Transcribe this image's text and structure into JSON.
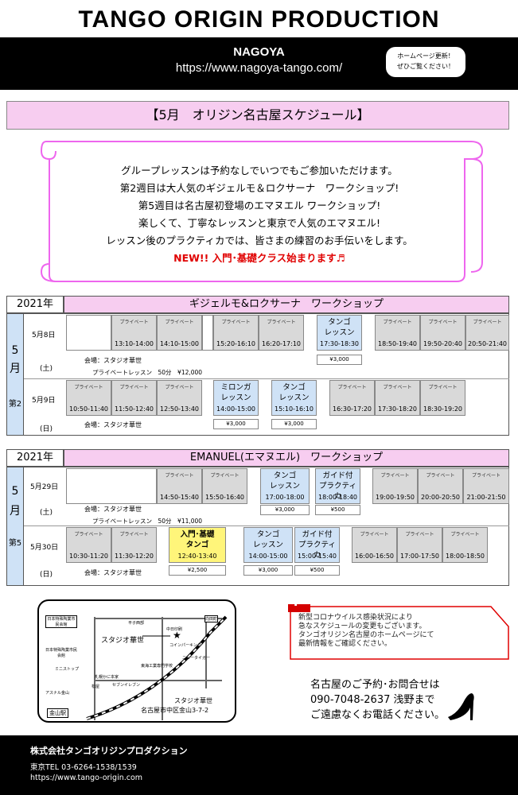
{
  "header": {
    "title": "TANGO ORIGIN PRODUCTION",
    "city": "NAGOYA",
    "url": "https://www.nagoya-tango.com/",
    "bubble_line1": "ホームページ更新！",
    "bubble_line2": "ぜひご覧ください！"
  },
  "month_title": "【5月　オリジン名古屋スケジュール】",
  "intro": {
    "lines": [
      "グループレッスンは予約なしでいつでもご参加いただけます。",
      "第2週目は大人気のギジェルモ＆ロクサーナ　ワークショップ!",
      "第5週目は名古屋初登場のエマヌエル ワークショップ!",
      "楽しくて、丁寧なレッスンと東京で人気のエマヌエル!",
      "レッスン後のプラクティカでは、皆さまの練習のお手伝いをします。"
    ],
    "highlight": "NEW!! 入門･基礎クラス始まります♬"
  },
  "schedule1": {
    "year": "2021年",
    "title": "ギジェルモ&ロクサーナ　ワークショップ",
    "month_label": "5",
    "month_suffix": "月",
    "week": "第2",
    "day1": {
      "date": "5月8日",
      "dow": "(土)",
      "venue": "会場：スタジオ華世",
      "fee": "プライベートレッスン　50分　¥12,000"
    },
    "day2": {
      "date": "5月9日",
      "dow": "(日)",
      "venue": "会場：スタジオ華世"
    },
    "private_label": "プライベート",
    "row1_times": [
      "13:10-14:00",
      "14:10-15:00",
      "15:20-16:10",
      "16:20-17:10",
      "18:50-19:40",
      "19:50-20:40",
      "20:50-21:40"
    ],
    "row1_class": {
      "line1": "タンゴ",
      "line2": "レッスン",
      "time": "17:30-18:30",
      "price": "¥3,000"
    },
    "row2_times": [
      "10:50-11:40",
      "11:50-12:40",
      "12:50-13:40",
      "16:30-17:20",
      "17:30-18:20",
      "18:30-19:20"
    ],
    "row2_class1": {
      "line1": "ミロンガ",
      "line2": "レッスン",
      "time": "14:00-15:00",
      "price": "¥3,000"
    },
    "row2_class2": {
      "line1": "タンゴ",
      "line2": "レッスン",
      "time": "15:10-16:10",
      "price": "¥3,000"
    }
  },
  "schedule2": {
    "year": "2021年",
    "title": "EMANUEL(エマヌエル)　ワークショップ",
    "month_label": "5",
    "month_suffix": "月",
    "week": "第5",
    "day1": {
      "date": "5月29日",
      "dow": "(土)",
      "venue": "会場：スタジオ華世",
      "fee": "プライベートレッスン　50分　¥11,000"
    },
    "day2": {
      "date": "5月30日",
      "dow": "(日)",
      "venue": "会場：スタジオ華世"
    },
    "private_label": "プライベート",
    "row1_times": [
      "14:50-15:40",
      "15:50-16:40",
      "19:00-19:50",
      "20:00-20:50",
      "21:00-21:50"
    ],
    "row1_class1": {
      "line1": "タンゴ",
      "line2": "レッスン",
      "time": "17:00-18:00",
      "price": "¥3,000"
    },
    "row1_class2": {
      "line1": "ガイド付",
      "line2": "プラクティカ",
      "time": "18:00-18:40",
      "price": "¥500"
    },
    "row2_times": [
      "10:30-11:20",
      "11:30-12:20",
      "16:00-16:50",
      "17:00-17:50",
      "18:00-18:50"
    ],
    "row2_class1": {
      "line1": "入門･基礎",
      "line2": "タンゴ",
      "time": "12:40-13:40",
      "price": "¥2,500"
    },
    "row2_class2": {
      "line1": "タンゴ",
      "line2": "レッスン",
      "time": "14:00-15:00",
      "price": "¥3,000"
    },
    "row2_class3": {
      "line1": "ガイド付",
      "line2": "プラクティカ",
      "time": "15:00-15:40",
      "price": "¥500"
    }
  },
  "map": {
    "studio": "スタジオ華世",
    "address_name": "スタジオ華世",
    "address": "名古屋市中区金山3-7-2",
    "station": "金山駅",
    "labels": [
      "日本特殊陶業市民会館",
      "日本特殊陶業市民会館",
      "平子西部",
      "中日印刷",
      "東海工業専門学校",
      "ニュータイガー",
      "ミニストップ",
      "札幌かに本家",
      "セブンイレブン",
      "アスナル金山",
      "松屋",
      "向田町",
      "コインパーキング"
    ]
  },
  "notice": {
    "lines": [
      "新型コロナウイルス感染状況により",
      "急なスケジュールの変更もございます。",
      "タンゴオリジン名古屋のホームページにて",
      "最新情報をご確認ください。"
    ],
    "accent": "#e00000"
  },
  "contact": {
    "line1": "名古屋のご予約･お問合せは",
    "phone": "090-7048-2637",
    "name": "浅野まで",
    "line3": "ご遠慮なくお電話ください。"
  },
  "footer": {
    "company": "株式会社タンゴオリジンプロダクション",
    "tel": "東京TEL 03-6264-1538/1539",
    "site": "https://www.tango-origin.com"
  },
  "colors": {
    "pink": "#f7cdf0",
    "blue": "#cfe2f6",
    "yellow": "#fff57a",
    "gray": "#d9d9d9",
    "scroll": "#ee66ee"
  }
}
